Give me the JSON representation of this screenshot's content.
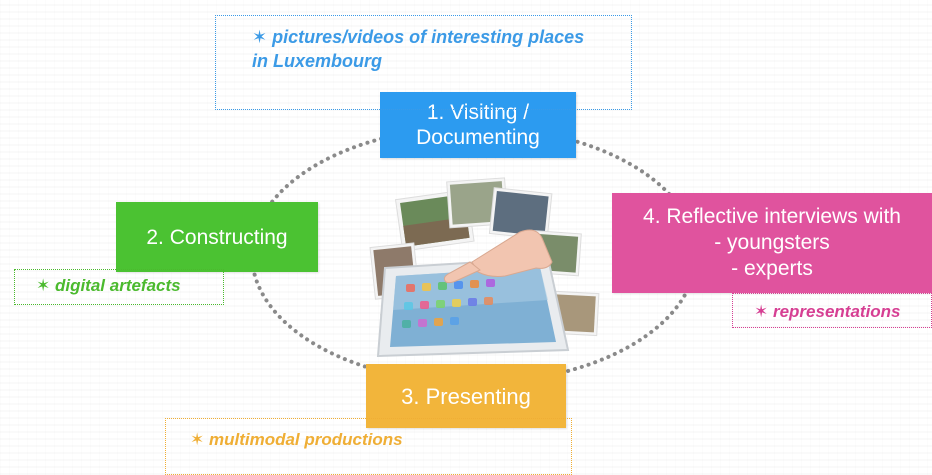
{
  "steps": [
    {
      "label": "1. Visiting /\nDocumenting",
      "color": "#2c9bf0"
    },
    {
      "label": "2. Constructing",
      "color": "#4bc232"
    },
    {
      "label": "3. Presenting",
      "color": "#f2b53b"
    },
    {
      "label": "4. Reflective interviews with\n- youngsters\n- experts",
      "color": "#e0539e"
    }
  ],
  "notes": [
    {
      "text": "✶ pictures/videos of interesting places\nin Luxembourg",
      "color": "#3b9ae6"
    },
    {
      "text": "✶ digital artefacts",
      "color": "#4bba2e"
    },
    {
      "text": "✶ multimodal productions",
      "color": "#efae35"
    },
    {
      "text": "✶ representations",
      "color": "#d63f93"
    }
  ],
  "center_image": {
    "icon": "tablet-photo-collage",
    "ring_color": "#8a8a8a"
  }
}
